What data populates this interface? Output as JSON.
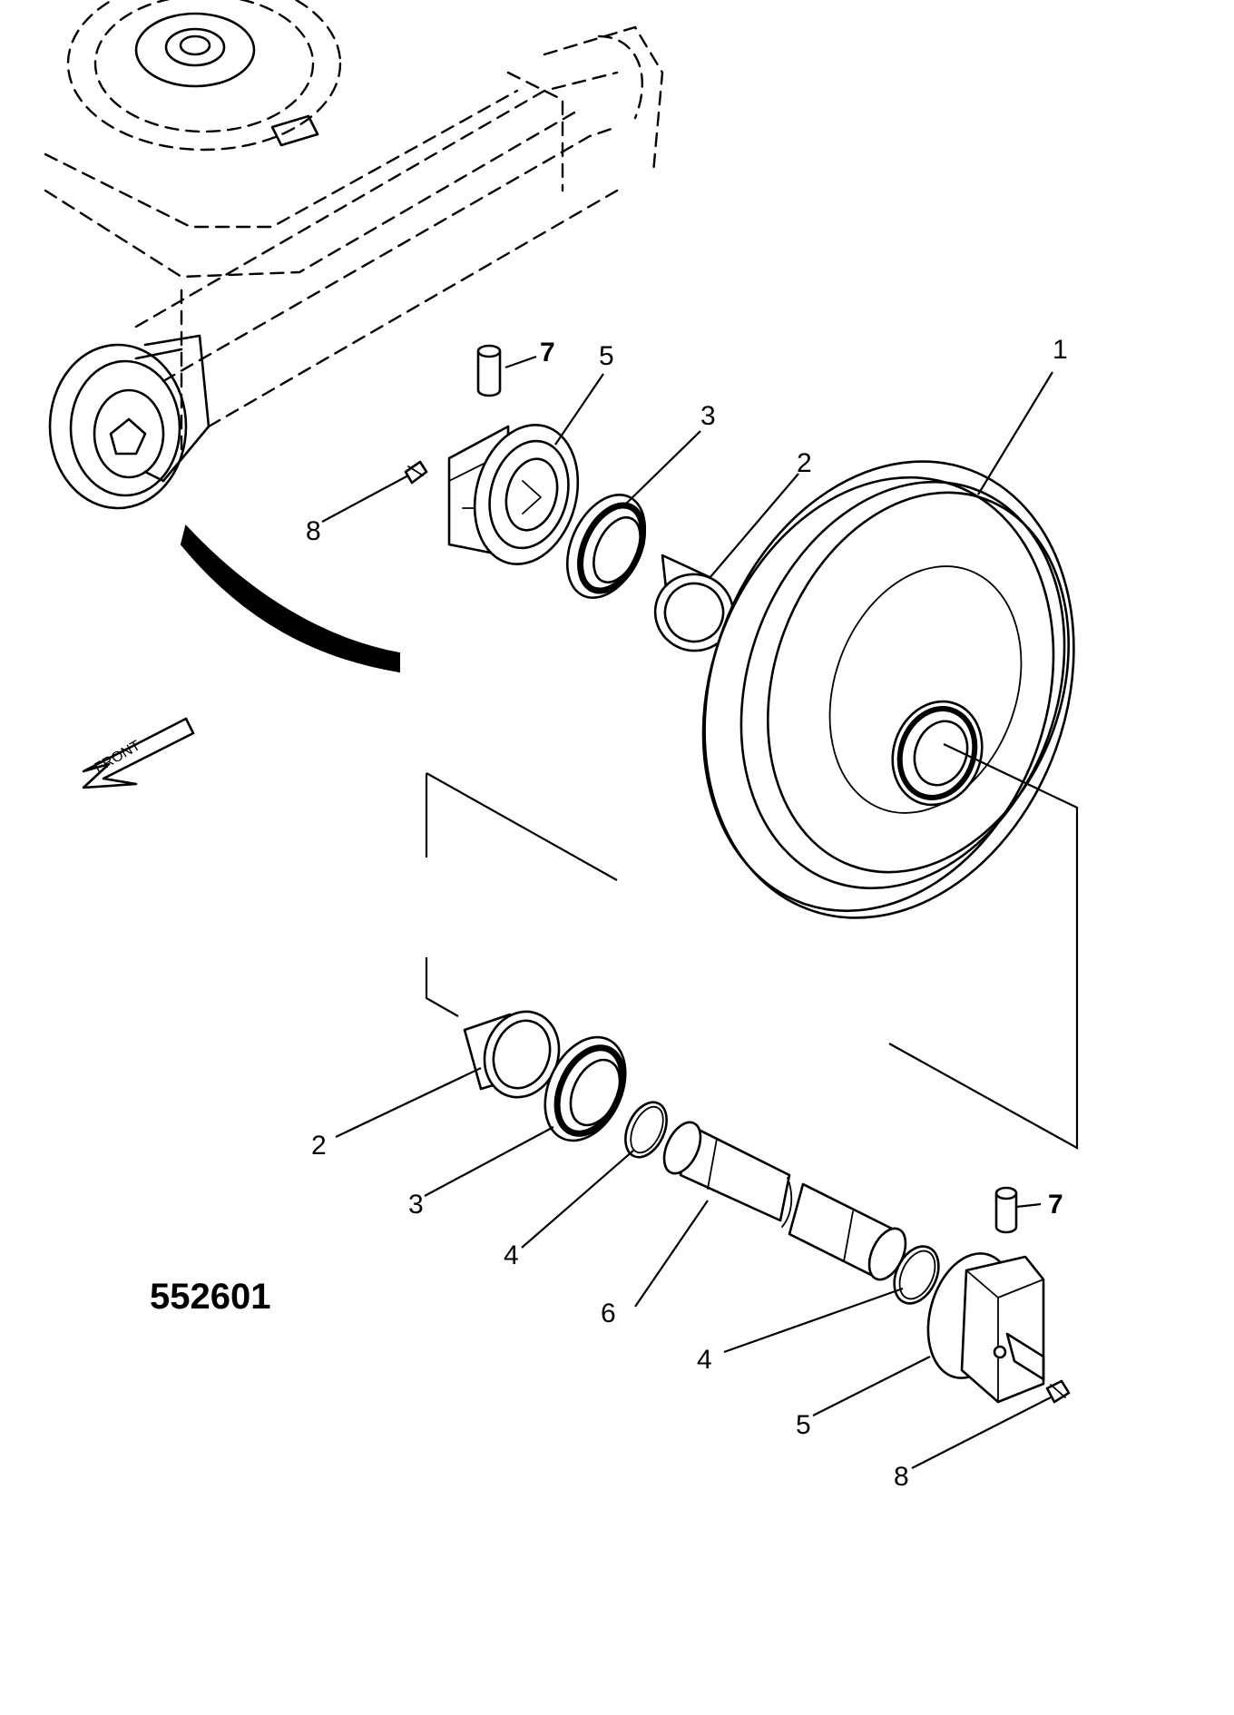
{
  "figure_number": "552601",
  "front_label": "FRONT",
  "callouts": {
    "c1": "1",
    "c2a": "2",
    "c3a": "3",
    "c5a": "5",
    "c7a": "7",
    "c8a": "8",
    "c2b": "2",
    "c3b": "3",
    "c4a": "4",
    "c6": "6",
    "c4b": "4",
    "c5b": "5",
    "c7b": "7",
    "c8b": "8"
  }
}
